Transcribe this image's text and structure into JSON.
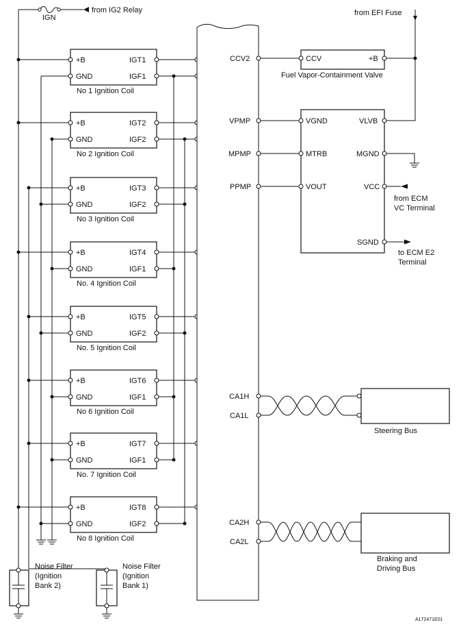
{
  "fuse_label": "IGN",
  "ig2_label": "from IG2 Relay",
  "efi_label": "from EFI Fuse",
  "coils": [
    {
      "name": "No  1 Ignition Coil",
      "left": [
        "+B",
        "GND"
      ],
      "right": [
        "IGT1",
        "IGF1"
      ],
      "ecm": [
        "IGT1",
        "IGF1"
      ]
    },
    {
      "name": "No  2 Ignition Coil",
      "left": [
        "+B",
        "GND"
      ],
      "right": [
        "IGT2",
        "IGF2"
      ],
      "ecm": [
        "IGT2",
        "IGF2"
      ]
    },
    {
      "name": "No  3 Ignition Coil",
      "left": [
        "+B",
        "GND"
      ],
      "right": [
        "IGT3",
        "IGF2"
      ],
      "ecm": [
        "IGT3"
      ]
    },
    {
      "name": "No. 4 Ignition Coil",
      "left": [
        "+B",
        "GND"
      ],
      "right": [
        "IGT4",
        "IGF1"
      ],
      "ecm": [
        "IGT4"
      ]
    },
    {
      "name": "No. 5 Ignition Coil",
      "left": [
        "+B",
        "GND"
      ],
      "right": [
        "IGT5",
        "IGF2"
      ],
      "ecm": [
        "IGT5"
      ]
    },
    {
      "name": "No  6 Ignition Coil",
      "left": [
        "+B",
        "GND"
      ],
      "right": [
        "IGT6",
        "IGF1"
      ],
      "ecm": [
        "IGT6"
      ]
    },
    {
      "name": "No. 7 Ignition Coil",
      "left": [
        "+B",
        "GND"
      ],
      "right": [
        "IGT7",
        "IGF1"
      ],
      "ecm": [
        "IGT7"
      ]
    },
    {
      "name": "No  8 Ignition Coil",
      "left": [
        "+B",
        "GND"
      ],
      "right": [
        "IGT8",
        "IGF2"
      ],
      "ecm": [
        "IGT8"
      ]
    }
  ],
  "ccv": {
    "ecm_pin": "CCV2",
    "left": "CCV",
    "right": "+B",
    "name": "Fuel Vapor-Containment Valve"
  },
  "pump": {
    "ecm_pins": [
      "VPMP",
      "MPMP",
      "PPMP"
    ],
    "left": [
      "VGND",
      "MTRB",
      "VOUT"
    ],
    "right": [
      "VLVB",
      "MGND",
      "VCC",
      "SGND"
    ]
  },
  "vc_label": [
    "from ECM",
    "VC Terminal"
  ],
  "e2_label": [
    "to ECM E2",
    "Terminal"
  ],
  "steering": {
    "pins": [
      "CA1H",
      "CA1L"
    ],
    "name": "Steering Bus"
  },
  "braking": {
    "pins": [
      "CA2H",
      "CA2L"
    ],
    "name": [
      "Braking and",
      "Driving Bus"
    ]
  },
  "filter2": [
    "Noise Filter",
    "(Ignition",
    "Bank 2)"
  ],
  "filter1": [
    "Noise Filter",
    "(Ignition",
    "Bank 1)"
  ],
  "figure_code": "A172471E01"
}
